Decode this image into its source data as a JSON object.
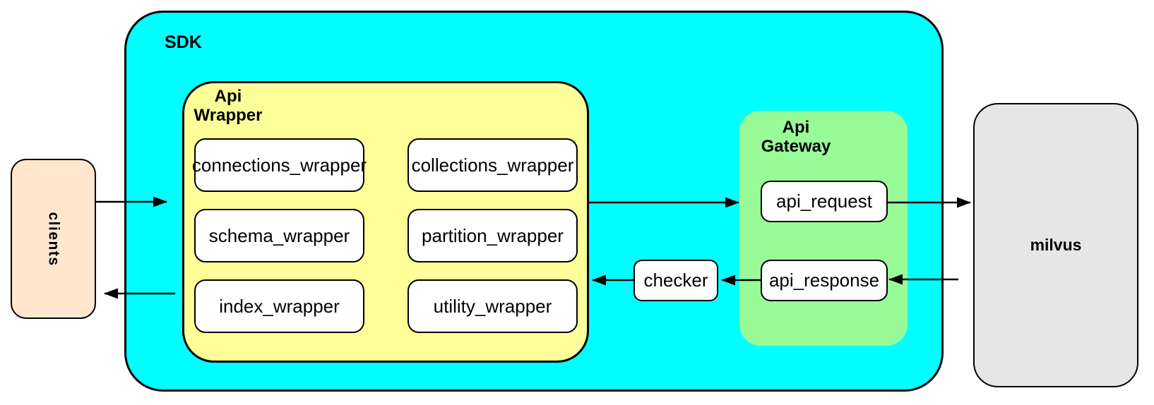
{
  "diagram": {
    "clients": {
      "label": "clients",
      "fill": "#FFE6CC"
    },
    "sdk": {
      "label": "SDK",
      "fill": "#00FFFF"
    },
    "api_wrapper": {
      "label_lines": [
        "Api",
        "Wrapper"
      ],
      "fill": "#FFFF99",
      "children": [
        {
          "label": "connections_wrapper"
        },
        {
          "label": "collections_wrapper"
        },
        {
          "label": "schema_wrapper"
        },
        {
          "label": "partition_wrapper"
        },
        {
          "label": "index_wrapper"
        },
        {
          "label": "utility_wrapper"
        }
      ]
    },
    "checker": {
      "label": "checker",
      "fill": "#FFFFFF"
    },
    "api_gateway": {
      "label_lines": [
        "Api",
        "Gateway"
      ],
      "fill": "#98FB98",
      "children": [
        {
          "label": "api_request"
        },
        {
          "label": "api_response"
        }
      ]
    },
    "milvus": {
      "label": "milvus",
      "fill": "#E6E6E6"
    },
    "line_color": "#000000",
    "text_color": "#000000"
  }
}
